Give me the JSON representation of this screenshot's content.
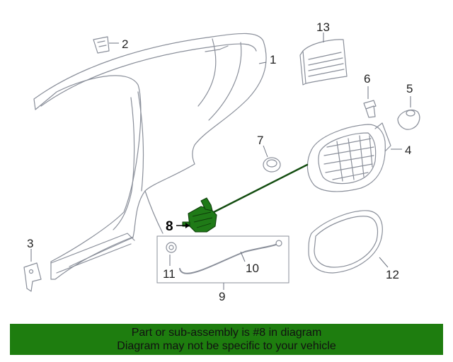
{
  "callouts": {
    "c1": "1",
    "c2": "2",
    "c3": "3",
    "c4": "4",
    "c5": "5",
    "c6": "6",
    "c7": "7",
    "c8": "8",
    "c9": "9",
    "c10": "10",
    "c11": "11",
    "c12": "12",
    "c13": "13"
  },
  "highlighted_part": "8",
  "colors": {
    "highlight": "#1f7a17",
    "banner_background": "#1e7d0f",
    "line_art": "#8a8f9a"
  },
  "banner": {
    "line1": "Part or sub-assembly is #8 in diagram",
    "line2": "Diagram may not be specific to your vehicle"
  }
}
